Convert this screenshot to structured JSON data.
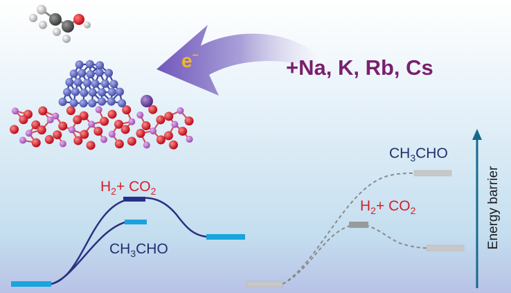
{
  "promoter": {
    "label": "+Na, K, Rb, Cs",
    "electron_base": "e",
    "electron_sup": "−"
  },
  "left_profile": {
    "upper_label": {
      "prefix": "H",
      "sub": "2",
      "suffix": "+ CO",
      "sub2": "2"
    },
    "lower_label": {
      "prefix": "CH",
      "sub": "3",
      "suffix": "CHO"
    }
  },
  "right_profile": {
    "upper_label": {
      "prefix": "CH",
      "sub": "3",
      "suffix": "CHO"
    },
    "lower_label": {
      "prefix": "H",
      "sub": "2",
      "suffix": "+ CO",
      "sub2": "2"
    }
  },
  "axis": {
    "label": "Energy barrier"
  },
  "colors": {
    "promoter_text": "#7a1f6e",
    "h2co2_text": "#d42027",
    "ch3cho_text": "#1f2f6e",
    "left_curve": "#2b2f7f",
    "left_level": "#1aa3dd",
    "left_ts_h2co2": "#26308a",
    "right_curve": "#8a8a8a",
    "right_level": "#c8c8c8",
    "right_ts": "#9a9a9a",
    "axis": "#156a8c",
    "cluster_atom": "#5a62b4",
    "oxide_o": "#e0141c",
    "oxide_metal": "#b45ec4",
    "alkali_atom": "#6e3a9c"
  }
}
